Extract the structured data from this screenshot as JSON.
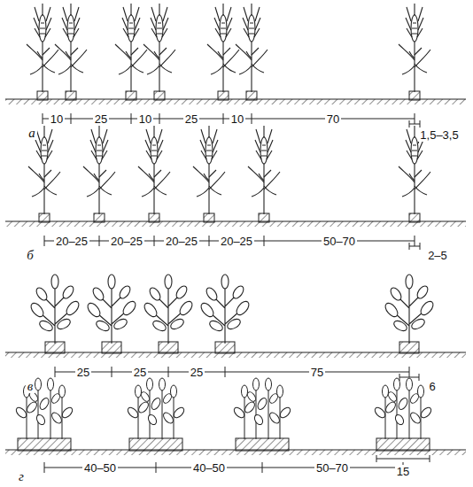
{
  "diagram": {
    "labels": [
      "а",
      "10",
      "25",
      "10",
      "25",
      "10",
      "70",
      "1,5–3,5",
      "б",
      "20–25",
      "20–25",
      "20–25",
      "20–25",
      "50–70",
      "2–5",
      "в",
      "25",
      "25",
      "25",
      "75",
      "6",
      "г",
      "40–50",
      "40–50",
      "50–70",
      "15"
    ]
  }
}
